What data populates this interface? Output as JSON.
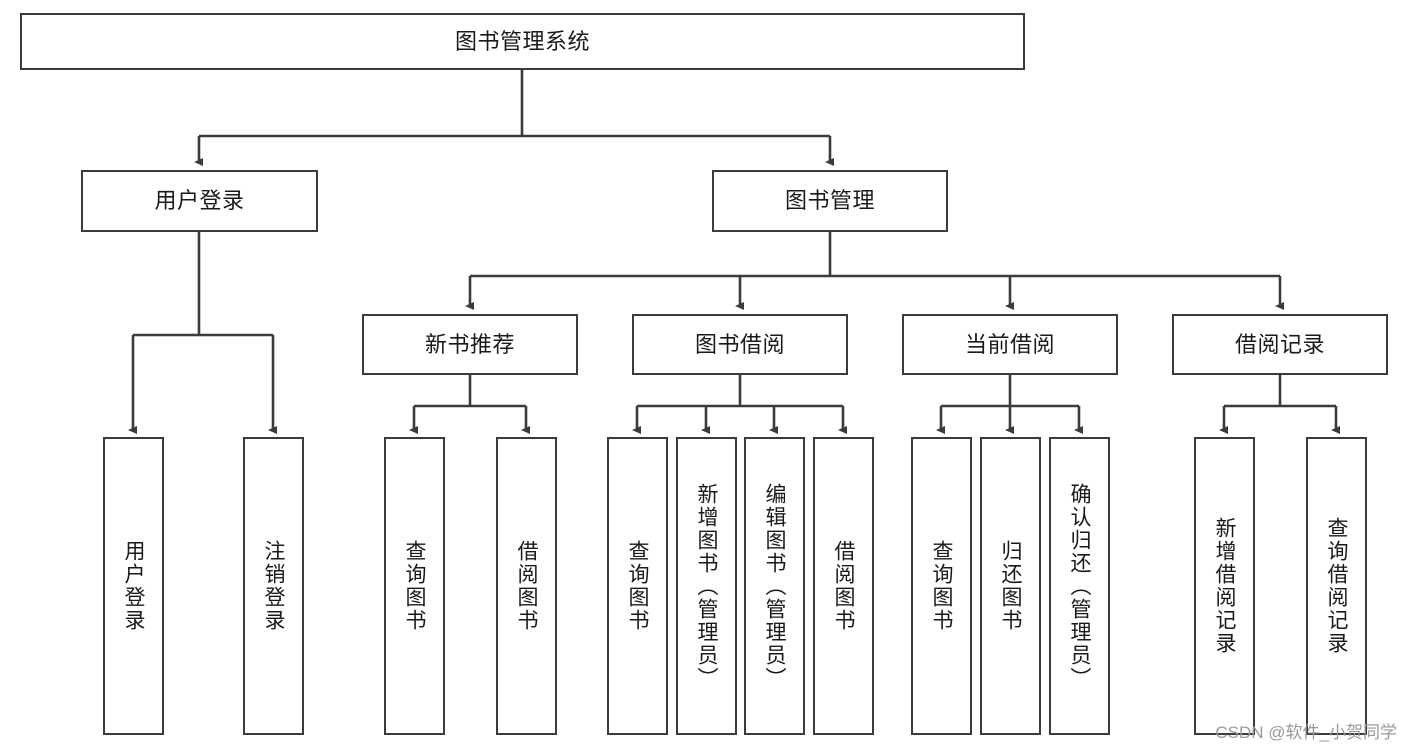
{
  "diagram": {
    "title": "图书管理系统",
    "type": "tree",
    "orientation": "top-down",
    "stroke_color": "#3b3b3b",
    "fill_color": "#ffffff",
    "text_color": "#1a1a1a"
  },
  "watermark": {
    "text": "CSDN @软件_小贺同学",
    "color": "#9a9a9a"
  },
  "nodes": {
    "root": {
      "label": "图书管理系统"
    },
    "level2": [
      {
        "id": "user-login",
        "label": "用户登录"
      },
      {
        "id": "book-manage",
        "label": "图书管理"
      }
    ],
    "level3": [
      {
        "id": "new-book-recommend",
        "label": "新书推荐"
      },
      {
        "id": "book-borrow",
        "label": "图书借阅"
      },
      {
        "id": "current-borrow",
        "label": "当前借阅"
      },
      {
        "id": "borrow-record",
        "label": "借阅记录"
      }
    ],
    "leaves": {
      "user_login": [
        {
          "id": "leaf-user-login",
          "label": "用户登录"
        },
        {
          "id": "leaf-logout-login",
          "label": "注销登录"
        }
      ],
      "new_book_recommend": [
        {
          "id": "leaf-query-book-1",
          "label": "查询图书"
        },
        {
          "id": "leaf-borrow-book-1",
          "label": "借阅图书"
        }
      ],
      "book_borrow": [
        {
          "id": "leaf-query-book-2",
          "label": "查询图书"
        },
        {
          "id": "leaf-add-book",
          "label": "新增图书（管理员）"
        },
        {
          "id": "leaf-edit-book",
          "label": "编辑图书（管理员）"
        },
        {
          "id": "leaf-borrow-book-2",
          "label": "借阅图书"
        }
      ],
      "current_borrow": [
        {
          "id": "leaf-query-book-3",
          "label": "查询图书"
        },
        {
          "id": "leaf-return-book",
          "label": "归还图书"
        },
        {
          "id": "leaf-confirm-return",
          "label": "确认归还（管理员）"
        }
      ],
      "borrow_record": [
        {
          "id": "leaf-add-record",
          "label": "新增借阅记录"
        },
        {
          "id": "leaf-query-record",
          "label": "查询借阅记录"
        }
      ]
    }
  }
}
